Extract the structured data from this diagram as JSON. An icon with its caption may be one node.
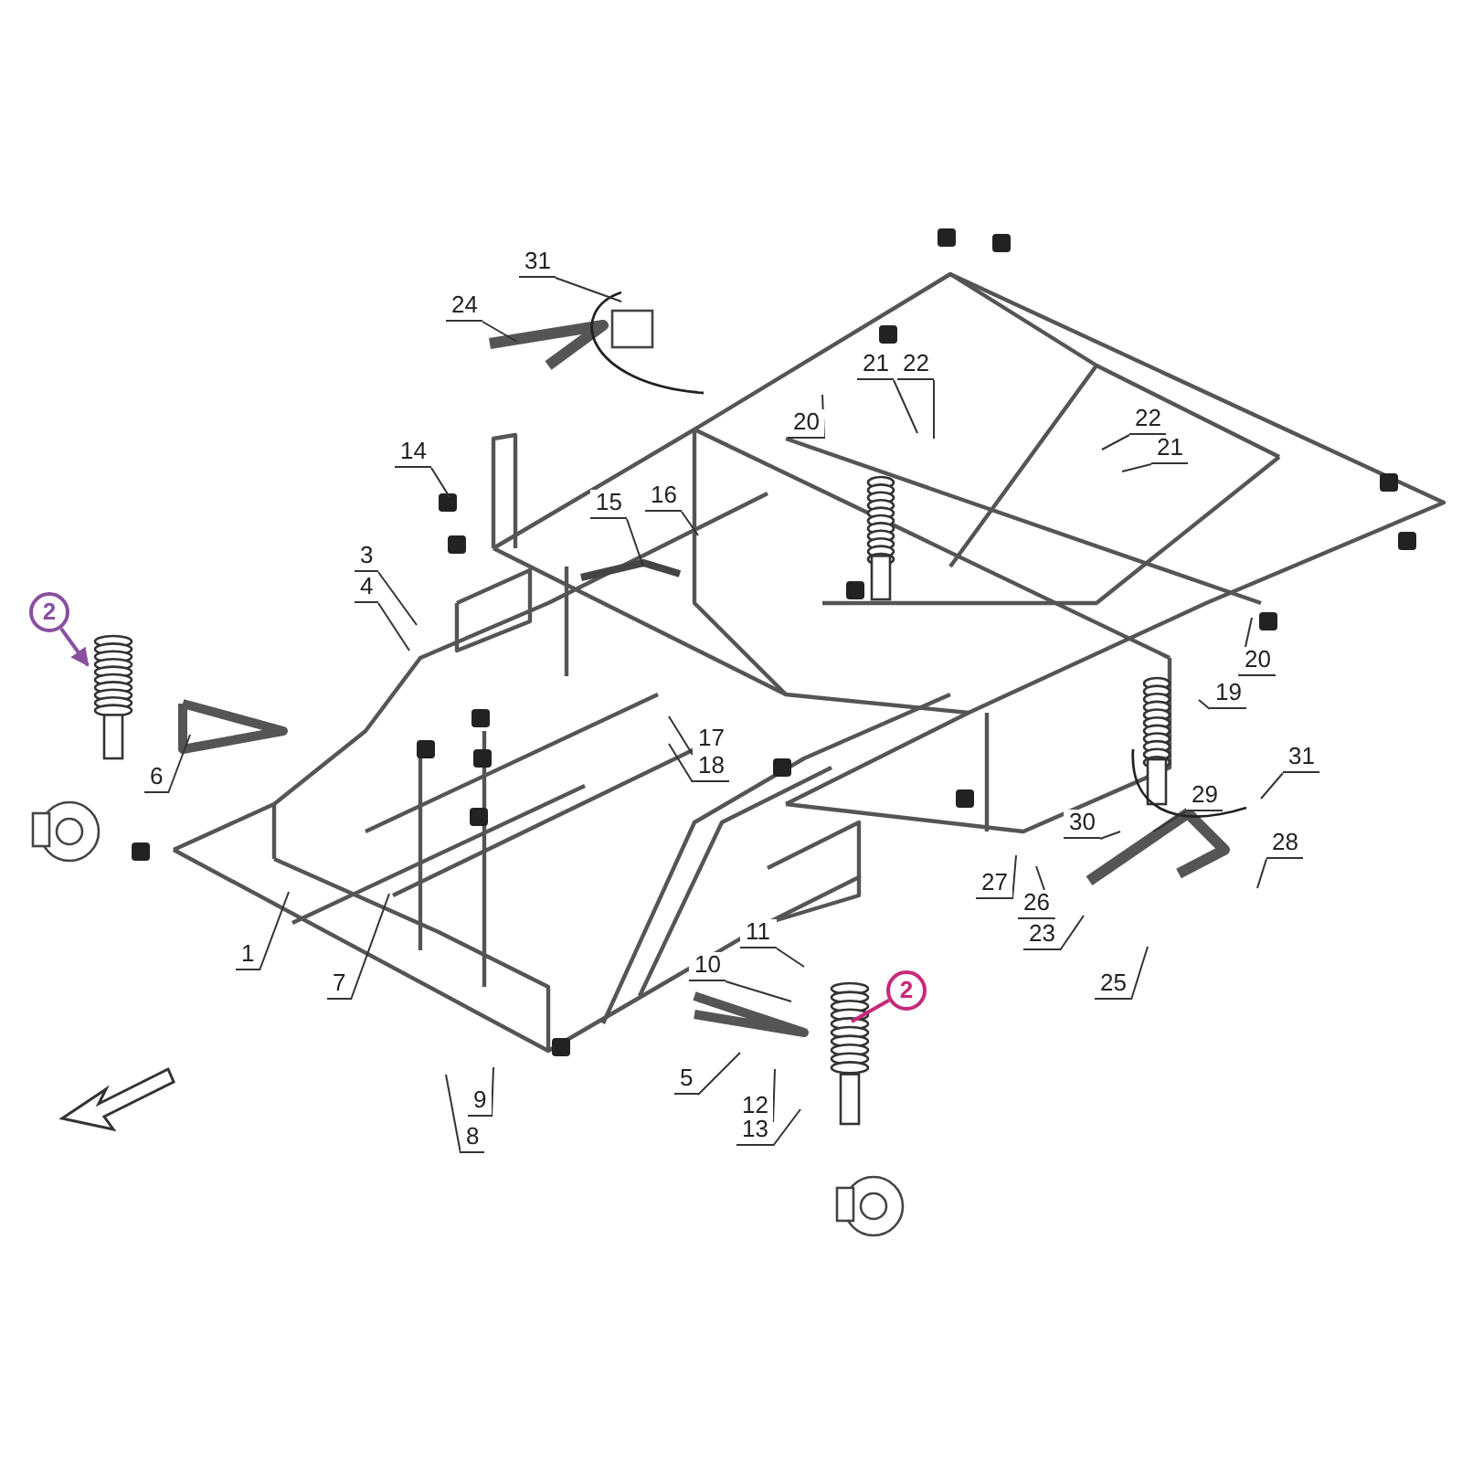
{
  "diagram": {
    "nodes": [
      {
        "text": [
          "31"
        ]
      },
      {
        "text": [
          "24"
        ]
      },
      {
        "text": [
          "21"
        ]
      },
      {
        "text": [
          "22"
        ]
      },
      {
        "text": [
          "20"
        ]
      },
      {
        "text": [
          "22"
        ]
      },
      {
        "text": [
          "21"
        ]
      },
      {
        "text": [
          "14"
        ]
      },
      {
        "text": [
          "15"
        ]
      },
      {
        "text": [
          "16"
        ]
      },
      {
        "text": [
          "3"
        ]
      },
      {
        "text": [
          "4"
        ]
      },
      {
        "text": [
          "2"
        ]
      },
      {
        "text": [
          "20"
        ]
      },
      {
        "text": [
          "19"
        ]
      },
      {
        "text": [
          "6"
        ]
      },
      {
        "text": [
          "17"
        ]
      },
      {
        "text": [
          "18"
        ]
      },
      {
        "text": [
          "31"
        ]
      },
      {
        "text": [
          "29"
        ]
      },
      {
        "text": [
          "28"
        ]
      },
      {
        "text": [
          "30"
        ]
      },
      {
        "text": [
          "27"
        ]
      },
      {
        "text": [
          "26"
        ]
      },
      {
        "text": [
          "1"
        ]
      },
      {
        "text": [
          "23"
        ]
      },
      {
        "text": [
          "10"
        ]
      },
      {
        "text": [
          "11"
        ]
      },
      {
        "text": [
          "2"
        ]
      },
      {
        "text": [
          "7"
        ]
      },
      {
        "text": [
          "25"
        ]
      },
      {
        "text": [
          "5"
        ]
      },
      {
        "text": [
          "12"
        ]
      },
      {
        "text": [
          "9"
        ]
      },
      {
        "text": [
          "13"
        ]
      },
      {
        "text": [
          "8"
        ]
      }
    ],
    "edges": [
      {
        "from": 0,
        "to": null,
        "arrow": "none"
      },
      {
        "from": 1,
        "to": null,
        "arrow": "none"
      },
      {
        "from": 2,
        "to": null,
        "arrow": "none"
      },
      {
        "from": 3,
        "to": null,
        "arrow": "none"
      },
      {
        "from": 4,
        "to": null,
        "arrow": "none"
      },
      {
        "from": 5,
        "to": null,
        "arrow": "none"
      },
      {
        "from": 6,
        "to": null,
        "arrow": "none"
      },
      {
        "from": 7,
        "to": null,
        "arrow": "none"
      },
      {
        "from": 8,
        "to": null,
        "arrow": "none"
      },
      {
        "from": 9,
        "to": null,
        "arrow": "none"
      },
      {
        "from": 10,
        "to": null,
        "arrow": "none"
      },
      {
        "from": 11,
        "to": null,
        "arrow": "none"
      },
      {
        "from": 12,
        "to": null,
        "arrow": "to",
        "color": "#8a4f9e"
      },
      {
        "from": 13,
        "to": null,
        "arrow": "none"
      },
      {
        "from": 14,
        "to": null,
        "arrow": "none"
      },
      {
        "from": 15,
        "to": null,
        "arrow": "none"
      },
      {
        "from": 16,
        "to": null,
        "arrow": "none"
      },
      {
        "from": 17,
        "to": null,
        "arrow": "none"
      },
      {
        "from": 18,
        "to": null,
        "arrow": "none"
      },
      {
        "from": 19,
        "to": null,
        "arrow": "none"
      },
      {
        "from": 20,
        "to": null,
        "arrow": "none"
      },
      {
        "from": 21,
        "to": null,
        "arrow": "none"
      },
      {
        "from": 22,
        "to": null,
        "arrow": "none"
      },
      {
        "from": 23,
        "to": null,
        "arrow": "none"
      },
      {
        "from": 24,
        "to": null,
        "arrow": "none"
      },
      {
        "from": 25,
        "to": null,
        "arrow": "none"
      },
      {
        "from": 26,
        "to": null,
        "arrow": "none"
      },
      {
        "from": 27,
        "to": null,
        "arrow": "none"
      },
      {
        "from": 28,
        "to": null,
        "arrow": "none",
        "color": "#c8287a"
      },
      {
        "from": 29,
        "to": null,
        "arrow": "none"
      },
      {
        "from": 30,
        "to": null,
        "arrow": "none"
      },
      {
        "from": 31,
        "to": null,
        "arrow": "none"
      },
      {
        "from": 32,
        "to": null,
        "arrow": "none"
      },
      {
        "from": 33,
        "to": null,
        "arrow": "none"
      },
      {
        "from": 34,
        "to": null,
        "arrow": "none"
      },
      {
        "from": 35,
        "to": null,
        "arrow": "none"
      }
    ]
  }
}
